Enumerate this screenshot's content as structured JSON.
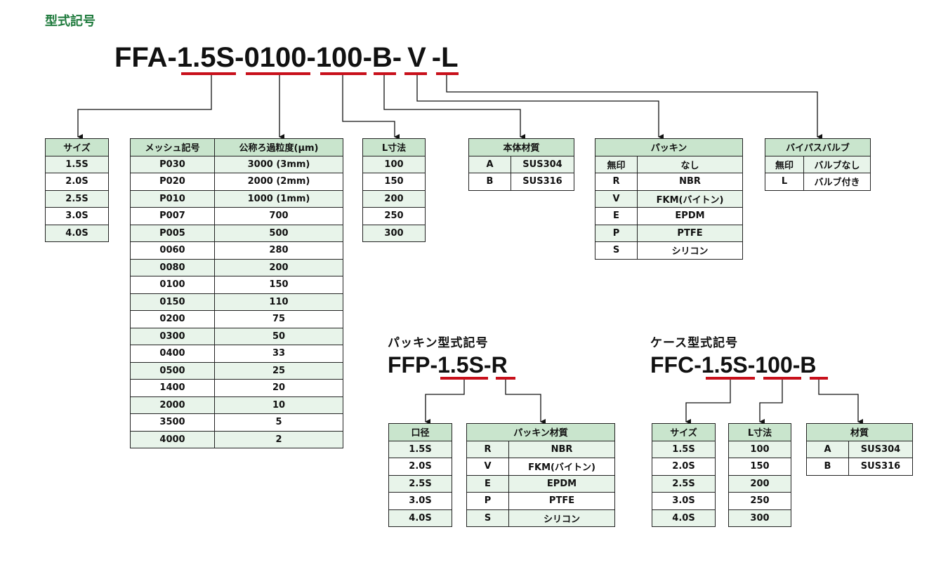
{
  "page_title": "型式記号",
  "main_code": {
    "parts": [
      "FFA-",
      "1.5S",
      "-",
      "0100",
      "-",
      "100",
      "-",
      "B",
      "-",
      "V",
      "-",
      "L"
    ]
  },
  "packing_code": {
    "title": "パッキン型式記号",
    "parts": [
      "FFP-",
      "1.5S",
      "-",
      "R"
    ]
  },
  "case_code": {
    "title": "ケース型式記号",
    "parts": [
      "FFC-",
      "1.5S",
      "-",
      "100",
      "-",
      "B"
    ]
  },
  "tables": {
    "size": {
      "header": "サイズ",
      "rows": [
        "1.5S",
        "2.0S",
        "2.5S",
        "3.0S",
        "4.0S"
      ]
    },
    "mesh": {
      "headers": [
        "メッシュ記号",
        "公称ろ過粒度(μm)"
      ],
      "rows": [
        [
          "P030",
          "3000 (3mm)"
        ],
        [
          "P020",
          "2000 (2mm)"
        ],
        [
          "P010",
          "1000 (1mm)"
        ],
        [
          "P007",
          "700"
        ],
        [
          "P005",
          "500"
        ],
        [
          "0060",
          "280"
        ],
        [
          "0080",
          "200"
        ],
        [
          "0100",
          "150"
        ],
        [
          "0150",
          "110"
        ],
        [
          "0200",
          "75"
        ],
        [
          "0300",
          "50"
        ],
        [
          "0400",
          "33"
        ],
        [
          "0500",
          "25"
        ],
        [
          "1400",
          "20"
        ],
        [
          "2000",
          "10"
        ],
        [
          "3500",
          "5"
        ],
        [
          "4000",
          "2"
        ]
      ]
    },
    "length": {
      "header": "L寸法",
      "rows": [
        "100",
        "150",
        "200",
        "250",
        "300"
      ]
    },
    "body_material": {
      "header": "本体材質",
      "rows": [
        [
          "A",
          "SUS304"
        ],
        [
          "B",
          "SUS316"
        ]
      ]
    },
    "packing": {
      "header": "パッキン",
      "rows": [
        [
          "無印",
          "なし"
        ],
        [
          "R",
          "NBR"
        ],
        [
          "V",
          "FKM(バイトン)"
        ],
        [
          "E",
          "EPDM"
        ],
        [
          "P",
          "PTFE"
        ],
        [
          "S",
          "シリコン"
        ]
      ]
    },
    "bypass": {
      "header": "バイパスバルブ",
      "rows": [
        [
          "無印",
          "バルブなし"
        ],
        [
          "L",
          "バルブ付き"
        ]
      ]
    },
    "diameter": {
      "header": "口径",
      "rows": [
        "1.5S",
        "2.0S",
        "2.5S",
        "3.0S",
        "4.0S"
      ]
    },
    "packing_material": {
      "header": "パッキン材質",
      "rows": [
        [
          "R",
          "NBR"
        ],
        [
          "V",
          "FKM(バイトン)"
        ],
        [
          "E",
          "EPDM"
        ],
        [
          "P",
          "PTFE"
        ],
        [
          "S",
          "シリコン"
        ]
      ]
    },
    "case_size": {
      "header": "サイズ",
      "rows": [
        "1.5S",
        "2.0S",
        "2.5S",
        "3.0S",
        "4.0S"
      ]
    },
    "case_length": {
      "header": "L寸法",
      "rows": [
        "100",
        "150",
        "200",
        "250",
        "300"
      ]
    },
    "case_material": {
      "header": "材質",
      "rows": [
        [
          "A",
          "SUS304"
        ],
        [
          "B",
          "SUS316"
        ]
      ]
    }
  },
  "colors": {
    "accent_underline": "#c8101b",
    "header_fill": "#c9e5cd",
    "row_fill": "#e8f4ea",
    "title_green": "#1e7a3c"
  }
}
